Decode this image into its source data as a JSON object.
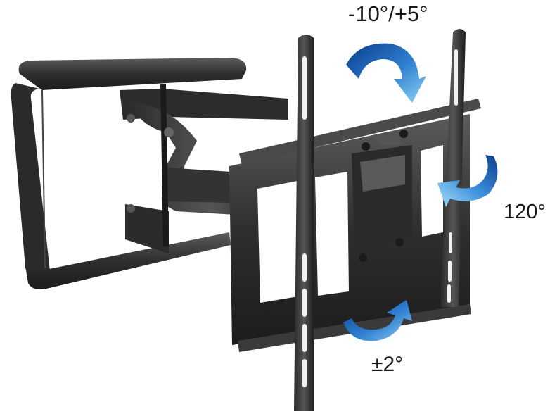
{
  "annotations": {
    "tilt": "-10°/+5°",
    "swivel": "120°",
    "level": "±2°"
  },
  "colors": {
    "arrow_dark": "#0b3d8c",
    "arrow_light": "#8fd3f5",
    "metal_dark": "#1c1c1c",
    "metal_mid": "#3a3a3a",
    "metal_light": "#5c5c5c",
    "background": "#ffffff"
  }
}
